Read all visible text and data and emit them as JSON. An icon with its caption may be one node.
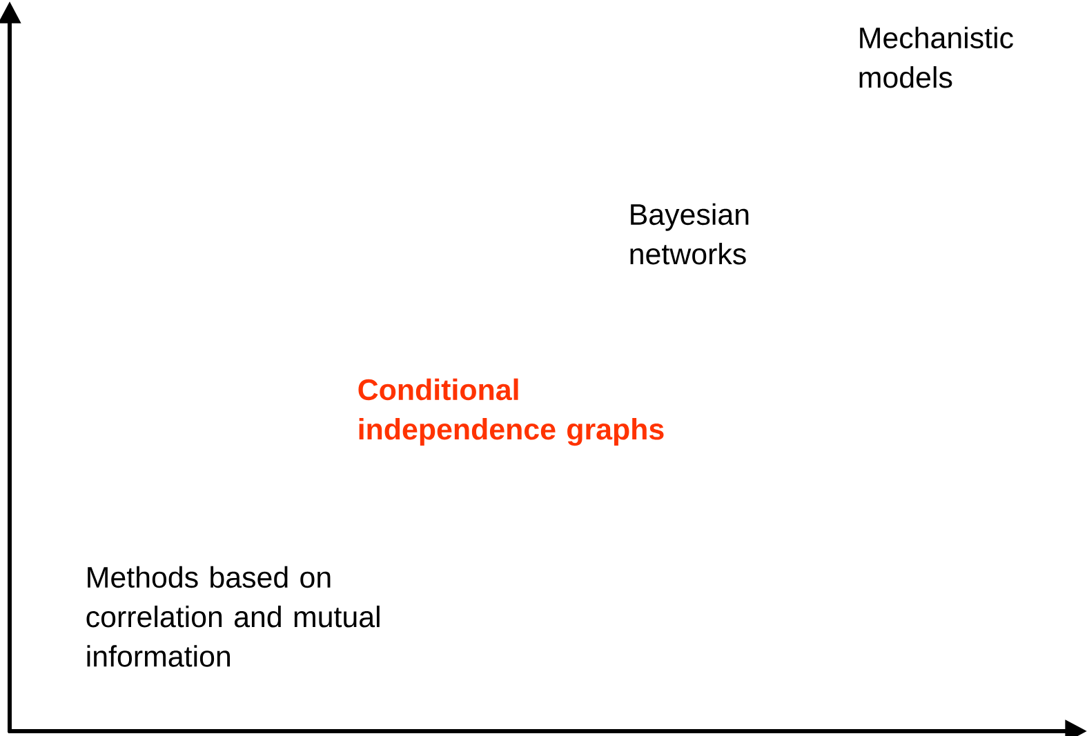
{
  "diagram": {
    "labels": [
      "Mechanistic models",
      "Bayesian networks",
      "Conditional independence graphs",
      "Methods based on correlation and mutual information"
    ]
  }
}
